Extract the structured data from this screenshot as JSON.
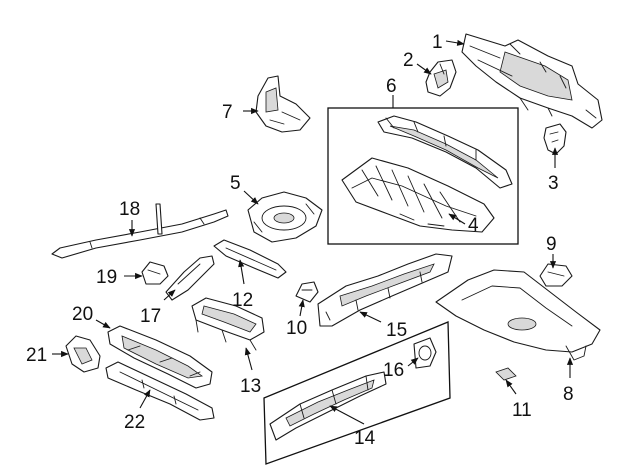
{
  "colors": {
    "background": "#ffffff",
    "line": "#1a1a1a",
    "shading": "#d9d9d9"
  },
  "callouts": [
    {
      "id": "1",
      "label": "1"
    },
    {
      "id": "2",
      "label": "2"
    },
    {
      "id": "3",
      "label": "3"
    },
    {
      "id": "4",
      "label": "4"
    },
    {
      "id": "5",
      "label": "5"
    },
    {
      "id": "6",
      "label": "6"
    },
    {
      "id": "7",
      "label": "7"
    },
    {
      "id": "8",
      "label": "8"
    },
    {
      "id": "9",
      "label": "9"
    },
    {
      "id": "10",
      "label": "10"
    },
    {
      "id": "11",
      "label": "11"
    },
    {
      "id": "12",
      "label": "12"
    },
    {
      "id": "13",
      "label": "13"
    },
    {
      "id": "14",
      "label": "14"
    },
    {
      "id": "15",
      "label": "15"
    },
    {
      "id": "16",
      "label": "16"
    },
    {
      "id": "17",
      "label": "17"
    },
    {
      "id": "18",
      "label": "18"
    },
    {
      "id": "19",
      "label": "19"
    },
    {
      "id": "20",
      "label": "20"
    },
    {
      "id": "21",
      "label": "21"
    },
    {
      "id": "22",
      "label": "22"
    }
  ]
}
